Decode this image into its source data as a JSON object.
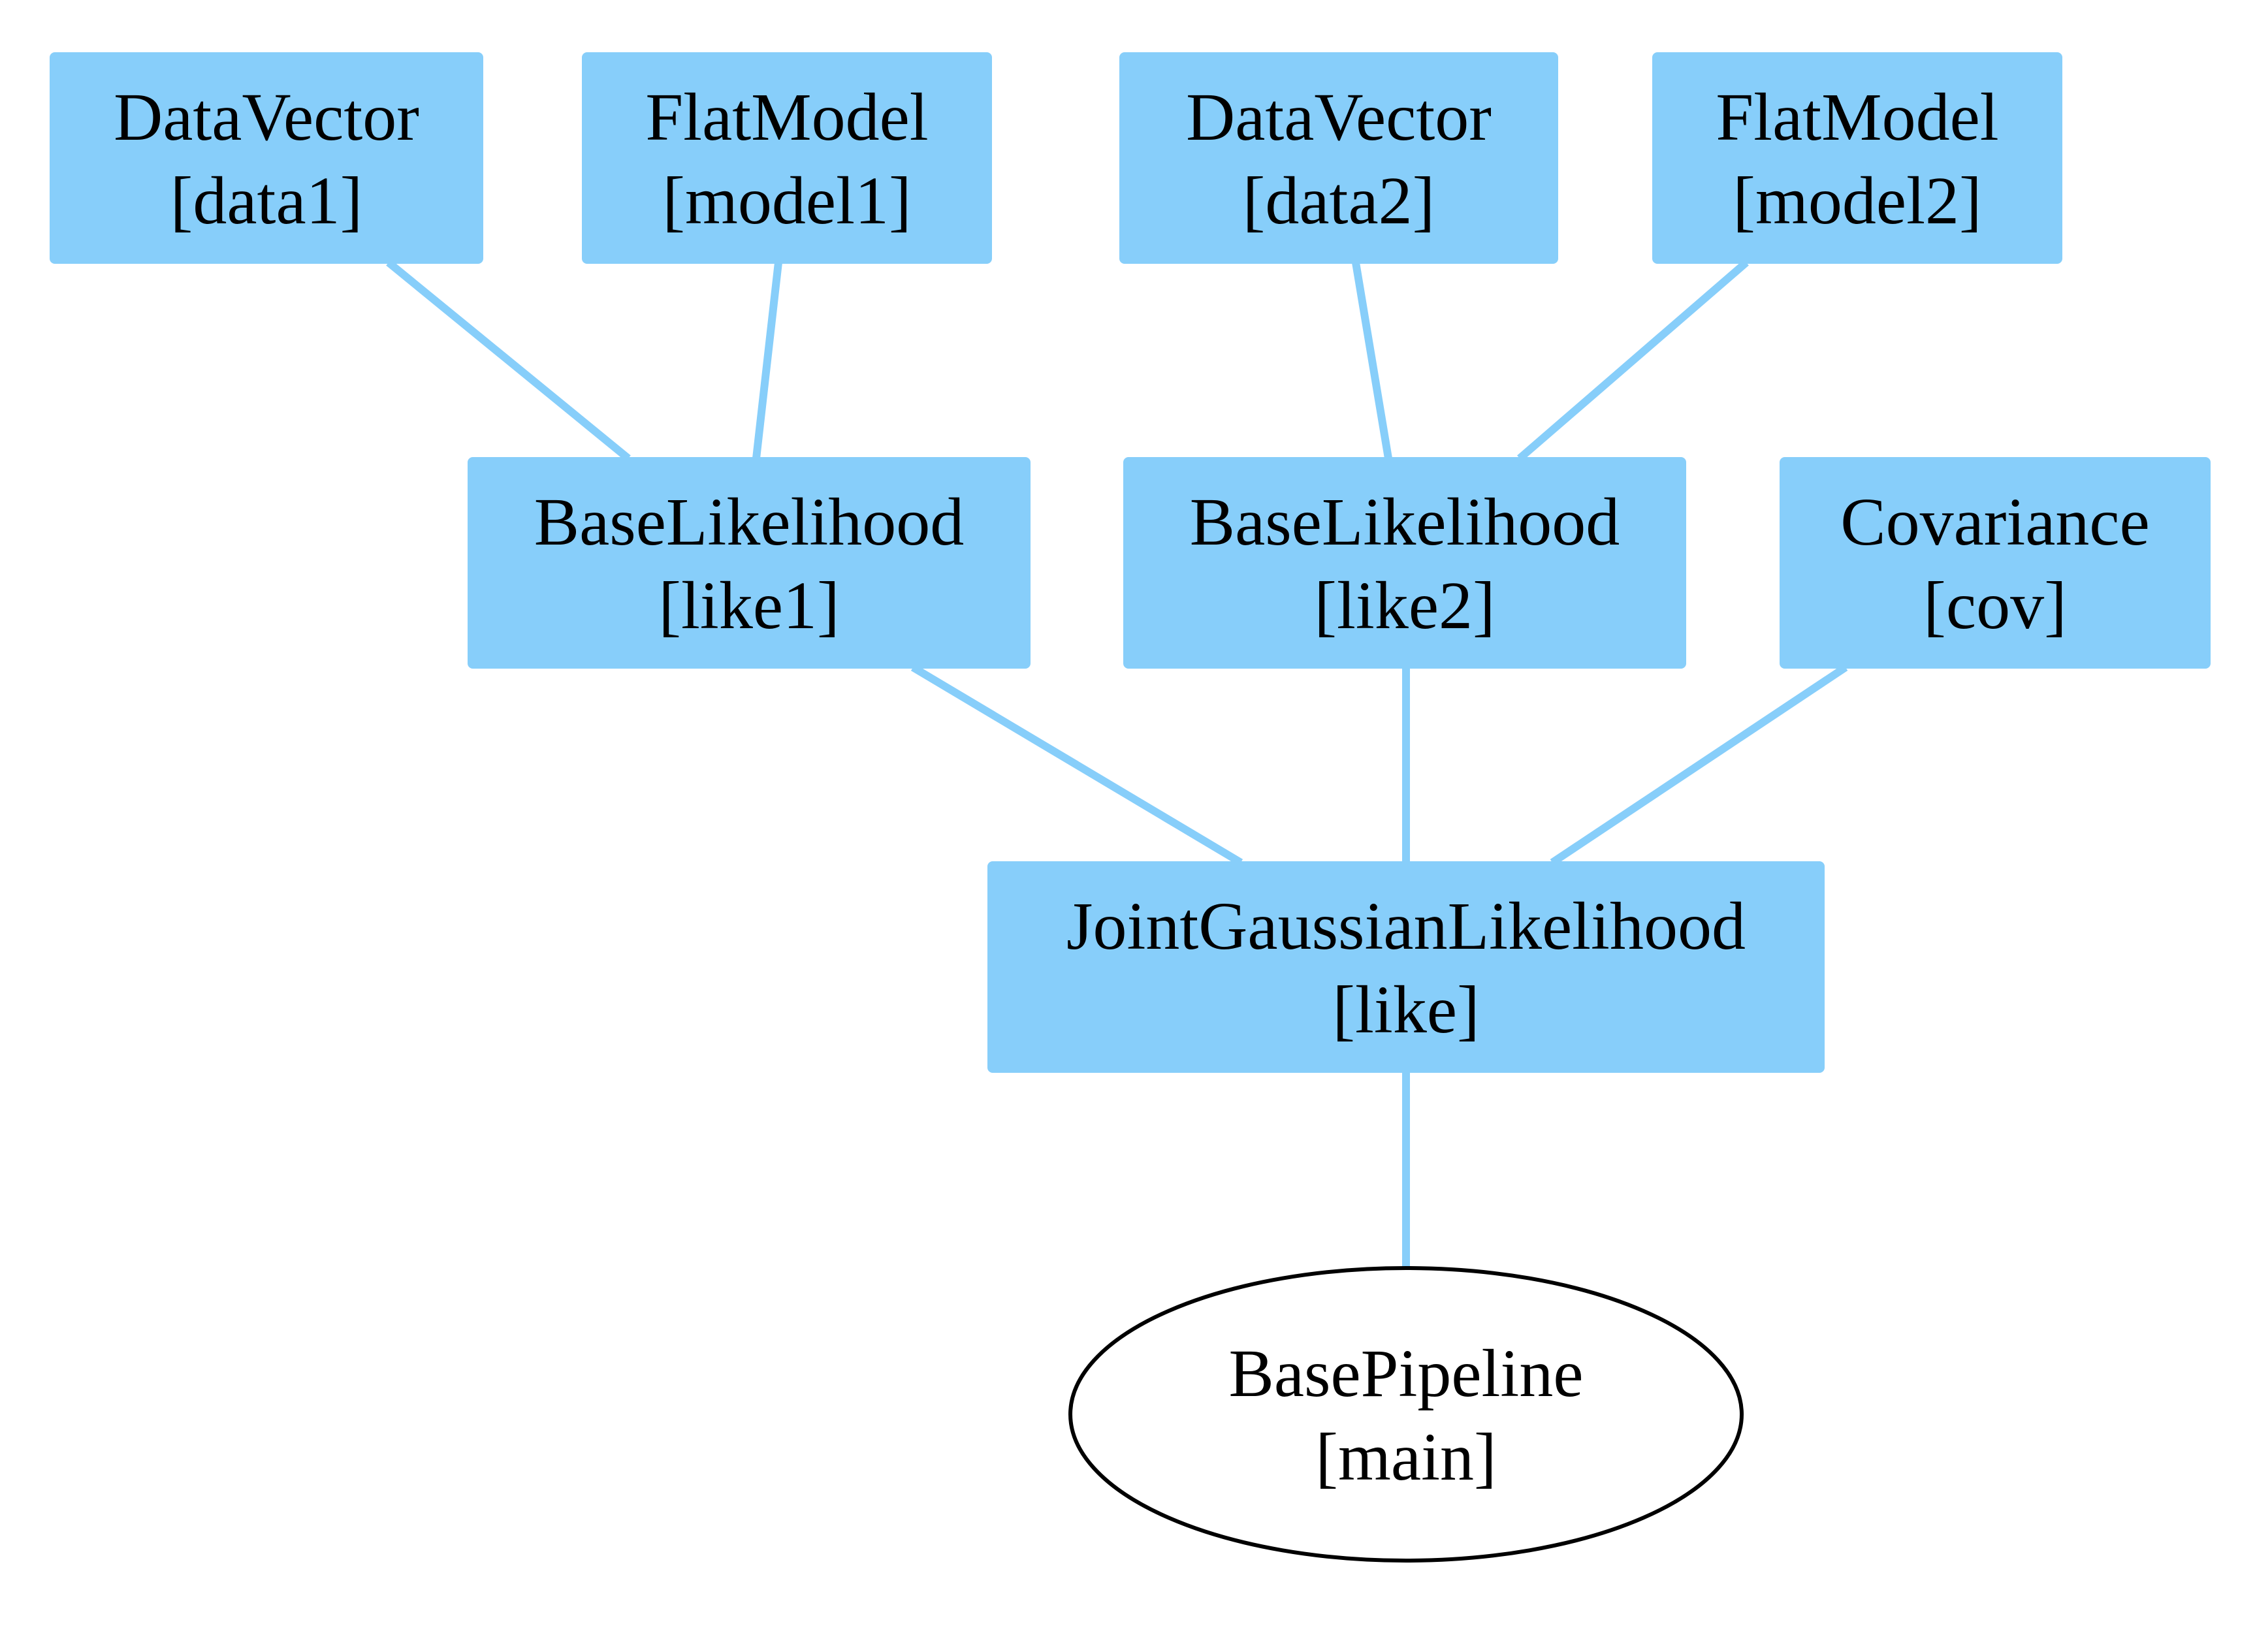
{
  "colors": {
    "node_fill": "#87cefa",
    "edge": "#87cefa",
    "pipeline_stroke": "#000000",
    "background": "#ffffff"
  },
  "nodes": [
    {
      "id": "data1",
      "class_name": "DataVector",
      "label": "[data1]",
      "shape": "box"
    },
    {
      "id": "model1",
      "class_name": "FlatModel",
      "label": "[model1]",
      "shape": "box"
    },
    {
      "id": "data2",
      "class_name": "DataVector",
      "label": "[data2]",
      "shape": "box"
    },
    {
      "id": "model2",
      "class_name": "FlatModel",
      "label": "[model2]",
      "shape": "box"
    },
    {
      "id": "like1",
      "class_name": "BaseLikelihood",
      "label": "[like1]",
      "shape": "box"
    },
    {
      "id": "like2",
      "class_name": "BaseLikelihood",
      "label": "[like2]",
      "shape": "box"
    },
    {
      "id": "cov",
      "class_name": "Covariance",
      "label": "[cov]",
      "shape": "box"
    },
    {
      "id": "like",
      "class_name": "JointGaussianLikelihood",
      "label": "[like]",
      "shape": "box"
    },
    {
      "id": "main",
      "class_name": "BasePipeline",
      "label": "[main]",
      "shape": "ellipse"
    }
  ],
  "edges": [
    {
      "from": "data1",
      "to": "like1"
    },
    {
      "from": "model1",
      "to": "like1"
    },
    {
      "from": "data2",
      "to": "like2"
    },
    {
      "from": "model2",
      "to": "like2"
    },
    {
      "from": "like1",
      "to": "like"
    },
    {
      "from": "like2",
      "to": "like"
    },
    {
      "from": "cov",
      "to": "like"
    },
    {
      "from": "like",
      "to": "main"
    }
  ]
}
